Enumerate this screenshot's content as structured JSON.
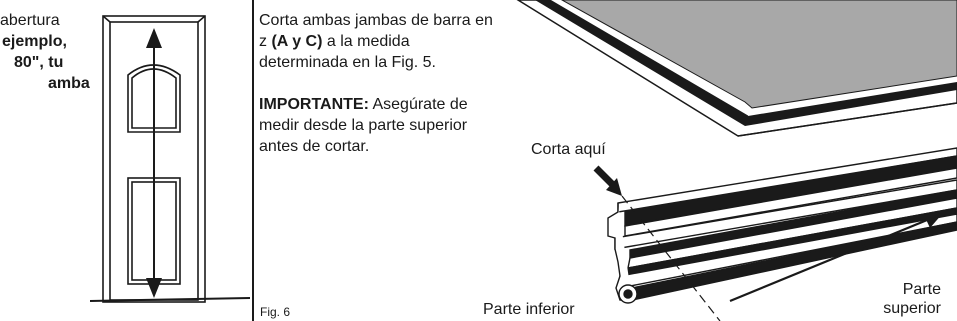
{
  "left_text": {
    "line1": "abertura",
    "line2": "ejemplo,",
    "line3": "80\", tu",
    "line4": "amba"
  },
  "middle": {
    "para1": "Corta ambas jambas de barra en z",
    "para1_bold": "(A y C)",
    "para1_end": "a la medida determinada en la Fig. 5.",
    "important_label": "IMPORTANTE:",
    "important_text": "Asegúrate de medir desde la parte superior antes de cortar."
  },
  "fig_caption": "Fig. 6",
  "labels": {
    "cut_here": "Corta aquí",
    "bottom_part": "Parte inferior",
    "top_part_1": "Parte",
    "top_part_2": "superior"
  }
}
